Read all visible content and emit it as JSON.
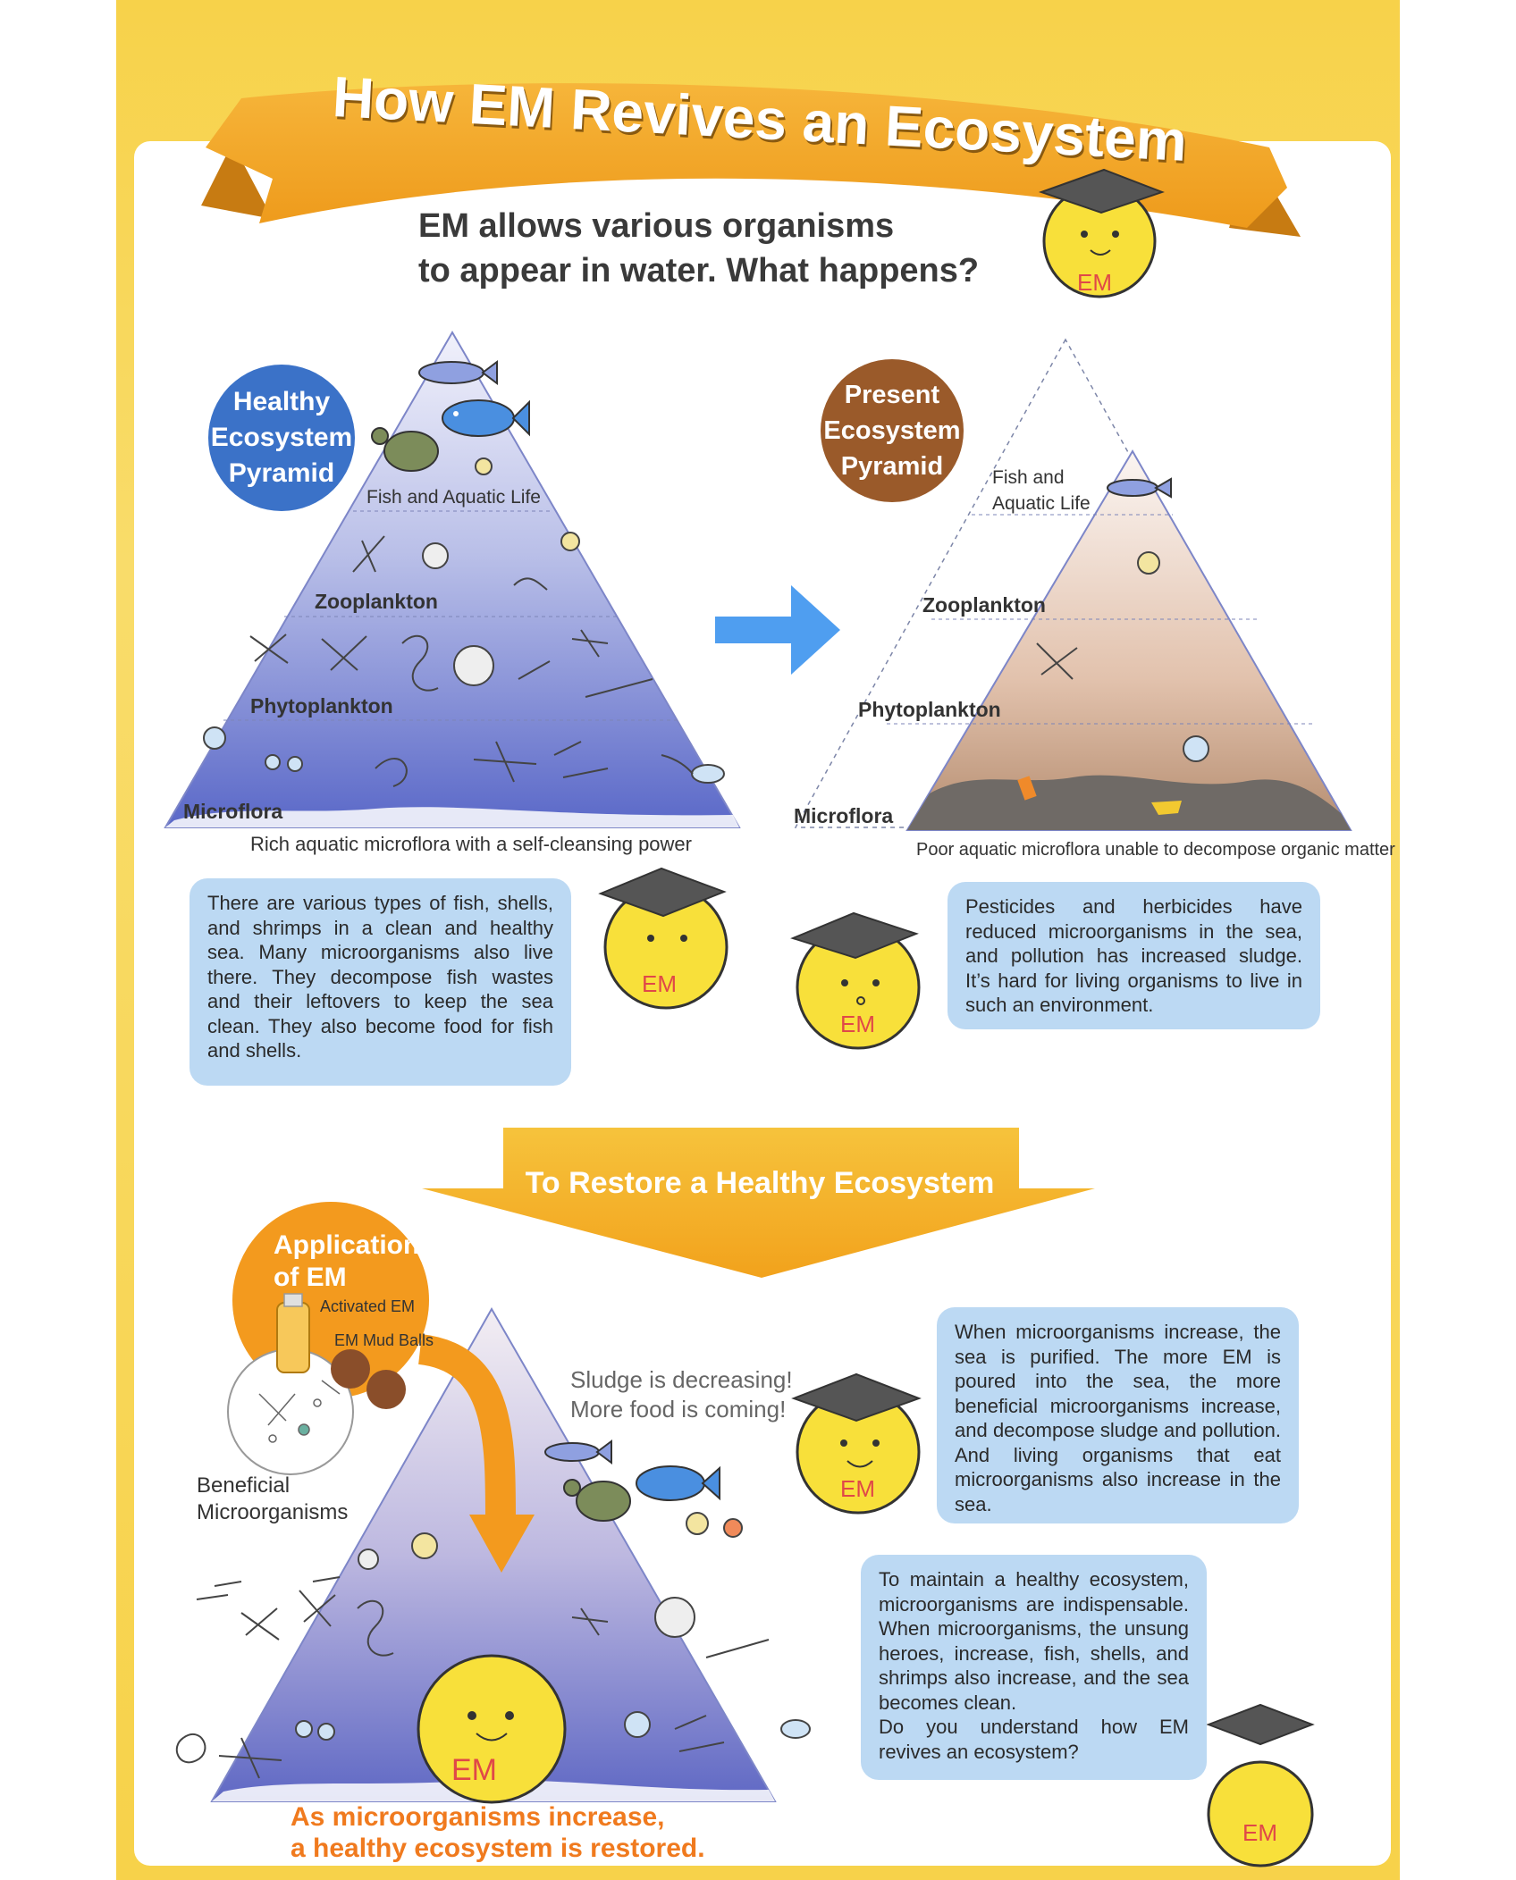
{
  "banner": {
    "title": "How EM Revives an Ecosystem"
  },
  "intro": {
    "line1": "EM allows various organisms",
    "line2": "to appear in water. What happens?"
  },
  "mascot": {
    "label": "EM"
  },
  "healthy": {
    "badge": "Healthy\nEcosystem\nPyramid",
    "levels": [
      "Fish and Aquatic Life",
      "Zooplankton",
      "Phytoplankton",
      "Microflora"
    ],
    "caption": "Rich aquatic microflora with a self-cleansing power"
  },
  "present": {
    "badge": "Present\nEcosystem\nPyramid",
    "levels": [
      "Fish and\nAquatic Life",
      "Zooplankton",
      "Phytoplankton",
      "Microflora"
    ],
    "caption": "Poor aquatic microflora unable to decompose organic matter"
  },
  "bubbles": {
    "healthy": "There are various types of fish, shells, and shrimps in a clean and healthy sea. Many microorganisms also live there. They decompose fish wastes and their leftovers to keep the sea clean. They also become food for fish and shells.",
    "present": "Pesticides and herbicides have reduced microorganisms in the sea, and pollution has increased sludge. It’s hard for living organisms to live in such an environment.",
    "increase": "When microorganisms increase, the sea is purified. The more EM is poured into the sea, the more beneficial microorganisms increase, and decompose sludge and pollution. And living organisms that eat microorganisms also increase in the sea.",
    "maintain": "To maintain a healthy ecosystem, microorganisms are indispensable. When microorganisms, the unsung heroes, increase, fish, shells, and shrimps also increase, and the sea becomes clean.\nDo you understand how EM revives an ecosystem?"
  },
  "restore": {
    "title": "To Restore a Healthy Ecosystem"
  },
  "application": {
    "badge": "Application\nof EM",
    "activated": "Activated EM",
    "mudballs": "EM Mud Balls",
    "beneficial": "Beneficial\nMicroorganisms",
    "sludge_note": "Sludge is decreasing!\nMore food is coming!",
    "result": "As microorganisms increase,\na healthy ecosystem is restored."
  },
  "colors": {
    "yellow": "#f7d24a",
    "orange": "#f39a1e",
    "blue_badge": "#3b72c8",
    "brown_badge": "#9a5a2a",
    "bubble": "#bcd9f3",
    "orange_text": "#f07a1e"
  }
}
